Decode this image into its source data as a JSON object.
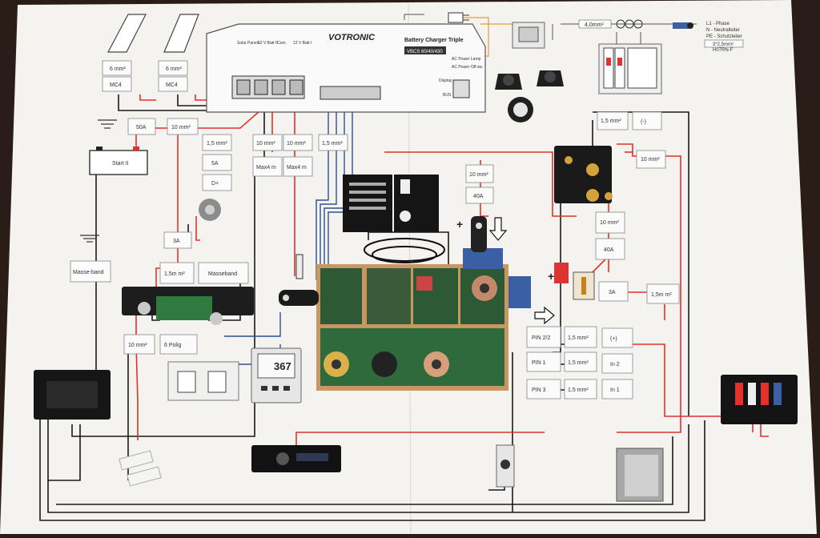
{
  "brand": "VOTRONIC",
  "charger": {
    "title": "Battery Charger Triple",
    "model": "VBCS 60/40/430",
    "terminals": {
      "solar": "Solar Panels",
      "batt2": "12 V Batt II",
      "com": "Com.",
      "batt1": "12 V Batt I"
    },
    "ac_power_lamp": "AC Power Lamp",
    "ac_power_off": "AC Power Off sw.",
    "display": "Display",
    "bus": "BUS"
  },
  "legend": {
    "wire_size": "4,0mm²",
    "l1": "L1 - Phase",
    "n": "N - Neutralleiter",
    "pe": "PE - Schutzleiter",
    "cable": "3*2,5mm²",
    "cable_type": "H07RN-F"
  },
  "labels": {
    "panel1_size": "6 mm²",
    "panel2_size": "6 mm²",
    "mc4_1": "MC4",
    "mc4_2": "MC4",
    "fuse_50a": "50A",
    "wire_10_start": "10 mm²",
    "start_batt": "Start II",
    "wire_15_d": "1,5 mm²",
    "fuse_5a": "5A",
    "d_plus": "D+",
    "wire_10_b2": "10 mm²",
    "wire_10_b1": "10 mm²",
    "max4_a": "Max4 m",
    "max4_b": "Max4 m",
    "wire_15_ctrl": "1,5 mm²",
    "masse_band_1": "Masse-band",
    "fuse_3a_left": "3A",
    "len_15m_left": "1,5m m²",
    "masse_band_2": "Masseband",
    "wire_10_shunt": "10 mm²",
    "six_polig": "6 Polig",
    "wire_10_top": "10 mm²",
    "fuse_40a_top": "40A",
    "wire_15_right": "1,5 mm²",
    "minus": "(-)",
    "wire_10_r": "10 mm²",
    "wire_10_mid": "10 mm²",
    "fuse_40a_mid": "40A",
    "fuse_3a_right": "3A",
    "len_15m_right": "1,5m m²",
    "pin22": "PIN 2/2",
    "pin1": "PIN 1",
    "pin3": "PIN 3",
    "w15_a": "1,5 mm²",
    "w15_b": "1,5 mm²",
    "w15_c": "1,5 mm²",
    "plus_in": "(+)",
    "in2": "In 2",
    "in1": "In 1",
    "plus_sign_top": "+",
    "plus_sign_mid": "+",
    "display_value": "367"
  },
  "colors": {
    "red_wire": "#e0322b",
    "black_wire": "#1a1a1a",
    "blue_wire": "#2d4f8f",
    "orange_wire": "#e0a030",
    "paper": "#f4f3ef"
  }
}
